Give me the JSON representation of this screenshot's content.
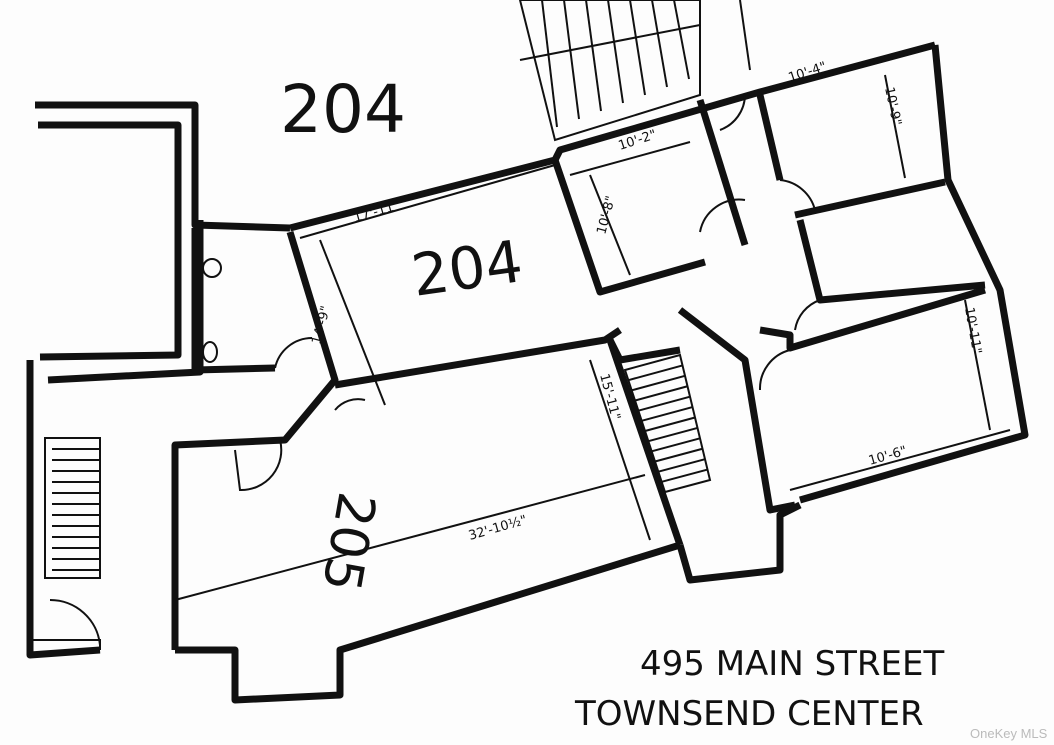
{
  "labels": {
    "unit_top": "204",
    "unit_center": "204",
    "unit_lower": "205"
  },
  "dimensions": {
    "room_204_width": "17'-11\"",
    "room_204_depth": "14'-9\"",
    "office_a_width": "10'-2\"",
    "office_a_depth": "10'-8\"",
    "office_b_width": "10'-4\"",
    "office_b_depth": "10'-9\"",
    "office_c_depth": "10'-11\"",
    "office_c_width": "10'-6\"",
    "room_205_width": "15'-11\"",
    "room_205_length": "32'-10½\""
  },
  "address": {
    "line1": "495 MAIN STREET",
    "line2": "TOWNSEND CENTER"
  },
  "watermark": "OneKey MLS"
}
